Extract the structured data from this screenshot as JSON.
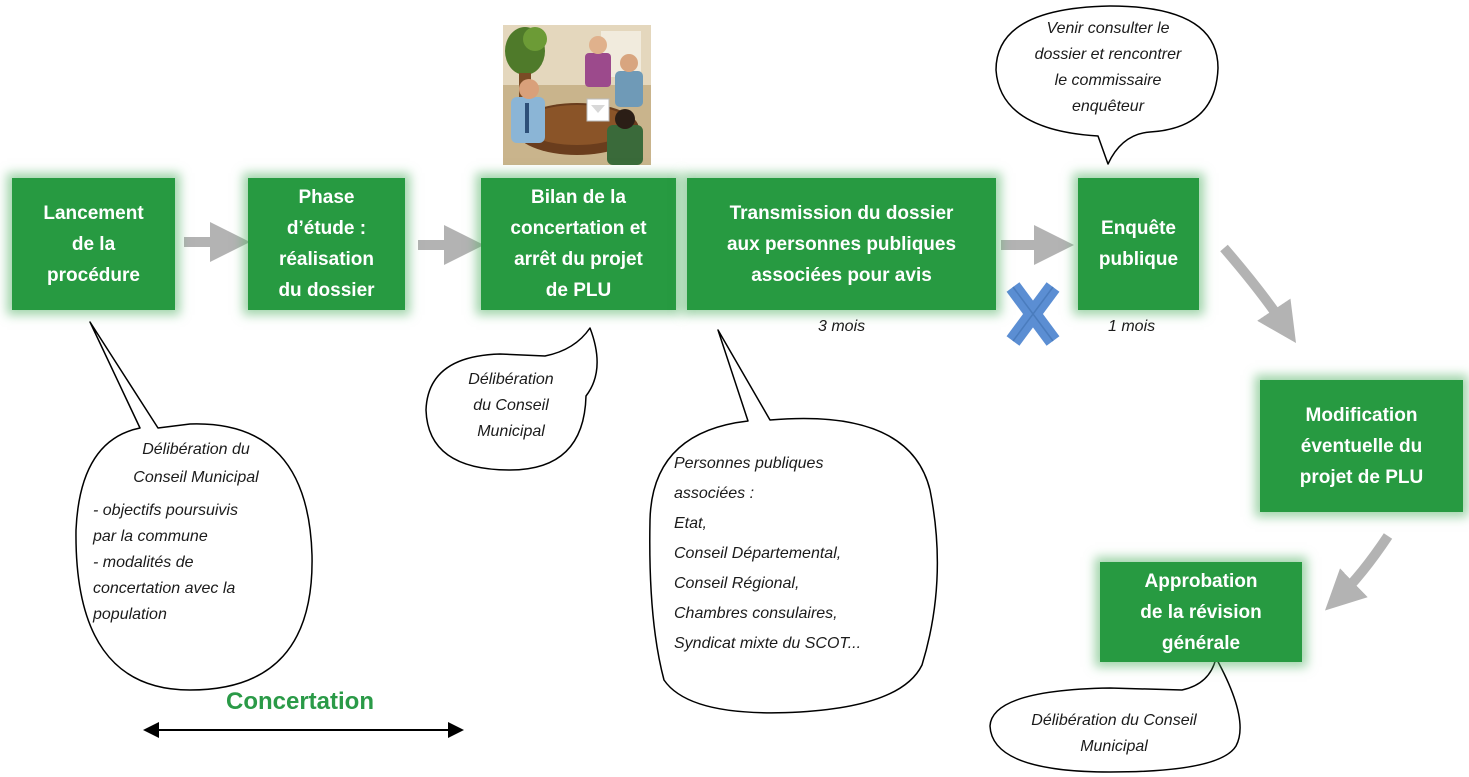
{
  "diagram": {
    "steps": [
      {
        "id": "lancement",
        "label": "Lancement\nde la\nprocédure"
      },
      {
        "id": "etude",
        "label": "Phase\nd’étude :\nréalisation\ndu dossier"
      },
      {
        "id": "bilan",
        "label": "Bilan de la\nconcertation et\narrêt du projet\nde PLU"
      },
      {
        "id": "transmission",
        "label": "Transmission du dossier\naux personnes publiques\nassociées pour avis"
      },
      {
        "id": "enquete",
        "label": "Enquête\npublique"
      },
      {
        "id": "modification",
        "label": "Modification\néventuelle du\nprojet de PLU"
      },
      {
        "id": "approbation",
        "label": "Approbation\nde la révision\ngénérale"
      }
    ],
    "bubbles": {
      "lancement": "Délibération du\nConseil Municipal",
      "lancement_items": "- objectifs poursuivis\npar la commune\n- modalités de\nconcertation avec la\npopulation",
      "bilan": "Délibération\ndu Conseil\nMunicipal",
      "transmission": "Personnes publiques\nassociées :\nEtat,\nConseil Départemental,\nConseil Régional,\nChambres consulaires,\nSyndicat mixte du SCOT...",
      "enquete": "Venir consulter le\ndossier et rencontrer\nle commissaire\nenquêteur",
      "approbation": "Délibération du Conseil\nMunicipal"
    },
    "durations": {
      "transmission": "3 mois",
      "enquete": "1 mois"
    },
    "concertation_label": "Concertation"
  },
  "colors": {
    "step_fill": "#279a41",
    "step_text": "#ffffff",
    "arrow": "#b3b3b3",
    "cross": "#5b8ed3",
    "concertation_text": "#2a9a47"
  },
  "icons": {
    "photo": "meeting-photo-icon",
    "cross": "cross-icon"
  }
}
